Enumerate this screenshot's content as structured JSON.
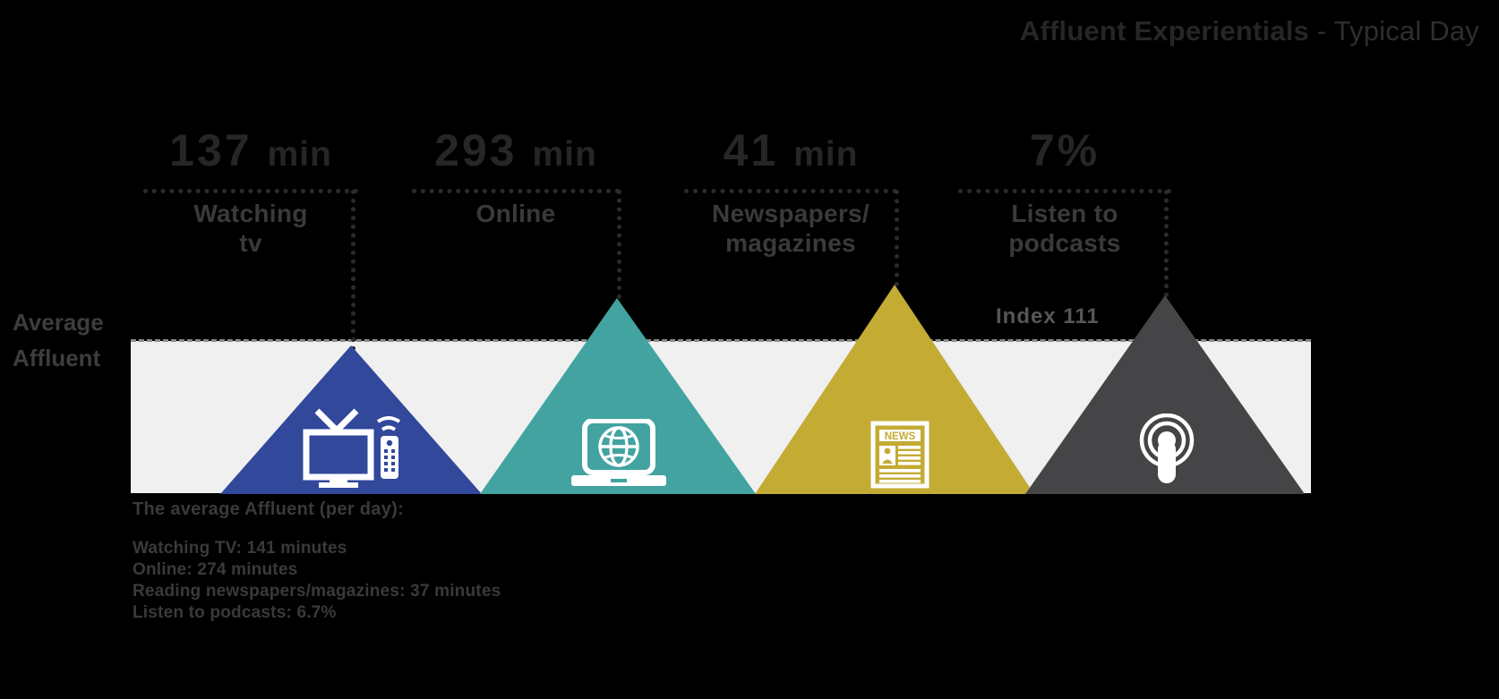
{
  "title": {
    "bold": "Affluent Experientials",
    "light": " - Typical Day"
  },
  "axis": {
    "label_line1": "Average",
    "label_line2": "Affluent",
    "index_note": "Index 111"
  },
  "chart_data": {
    "type": "bar",
    "title": "Affluent Experientials - Typical Day",
    "categories": [
      "Watching tv",
      "Online",
      "Newspapers/magazines",
      "Listen to podcasts"
    ],
    "display_values": [
      "137 min",
      "293 min",
      "41 min",
      "7%"
    ],
    "values": [
      137,
      293,
      41,
      7
    ],
    "units": [
      "min",
      "min",
      "min",
      "%"
    ],
    "baseline_label": "Average Affluent",
    "baseline_values": [
      141,
      274,
      37,
      6.7
    ],
    "annotation": "Index 111",
    "colors": [
      "#31489b",
      "#42a3a0",
      "#c3ab34",
      "#454548"
    ],
    "legend_position": "none",
    "grid": false
  },
  "stats": [
    {
      "value": "137",
      "unit": "min",
      "label_line1": "Watching",
      "label_line2": "tv",
      "icon": "television-icon",
      "color": "#31489b"
    },
    {
      "value": "293",
      "unit": "min",
      "label_line1": "Online",
      "label_line2": "",
      "icon": "laptop-globe-icon",
      "color": "#42a3a0"
    },
    {
      "value": "41",
      "unit": "min",
      "label_line1": "Newspapers/",
      "label_line2": "magazines",
      "icon": "newspaper-icon",
      "color": "#c3ab34"
    },
    {
      "value": "7%",
      "unit": "",
      "label_line1": "Listen to",
      "label_line2": "podcasts",
      "icon": "podcast-microphone-icon",
      "color": "#454548"
    }
  ],
  "footnote": {
    "heading": "The average Affluent (per day):",
    "lines": [
      "Watching TV:  141 minutes",
      "Online:  274 minutes",
      "Reading newspapers/magazines:  37 minutes",
      "Listen to podcasts:  6.7%"
    ]
  }
}
